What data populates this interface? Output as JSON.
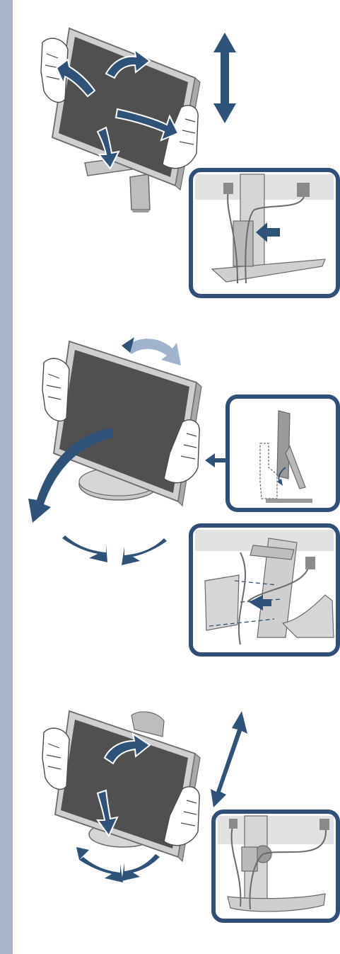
{
  "colors": {
    "sidebar": "#a8b4cc",
    "arrow": "#2f5279",
    "arrow_light": "#9fb3cf",
    "inset_border": "#2f4e78",
    "screen": "#505050",
    "bezel": "#cfcfcf",
    "stand": "#c7c7c7",
    "outline": "#6a6a6a"
  },
  "panels": [
    {
      "name": "panel-tilt-height-stand-a",
      "inset_count": 1
    },
    {
      "name": "panel-swivel-tilt-stand-b",
      "inset_count": 2
    },
    {
      "name": "panel-tilt-height-stand-c",
      "inset_count": 1
    }
  ],
  "icons": [
    "hand-icon",
    "rotate-arrow-icon",
    "vertical-arrow-icon",
    "pointer-arrow-icon"
  ]
}
